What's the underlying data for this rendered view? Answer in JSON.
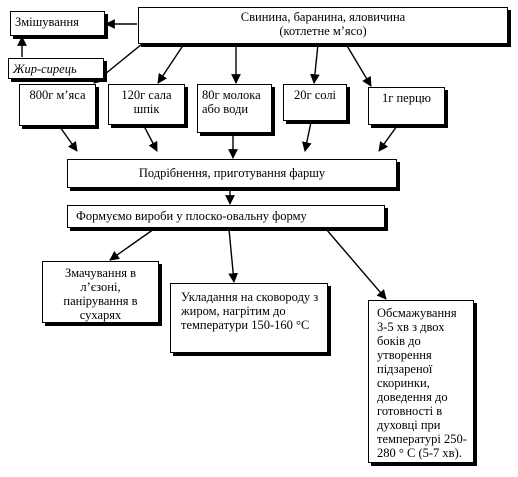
{
  "nodes": {
    "mixing": "Змішування",
    "fat": "Жир-сирець",
    "meat_line1": "Свинина, баранина, яловичина",
    "meat_line2": "(котлетне м’ясо)",
    "meat800": "800г м’яса",
    "lard120": "120г сала шпік",
    "milk80": "80г молока або води",
    "salt20": "20г солі",
    "pepper1": "1г перцю",
    "grinding": "Подрібнення, приготування фаршу",
    "forming": "Формуємо вироби у плоско-овальну форму",
    "breading": "Змачування в л’єзоні, панірування в сухарях",
    "placing": "Укладання на сковороду з жиром, нагрітим до температури 150-160 °С",
    "frying": "Обсмажування 3-5 хв з двох боків до утворення підзареної скоринки, доведення до готовності в духовці при температурі 250-280 ° С (5-7 хв)."
  }
}
